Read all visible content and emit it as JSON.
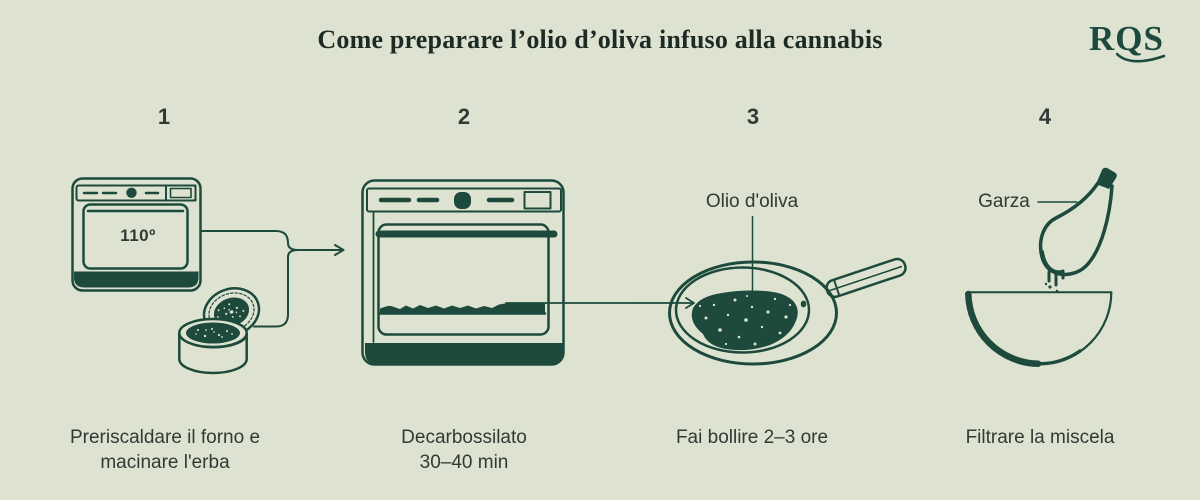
{
  "header": {
    "title": "Come preparare l’olio d’oliva infuso alla cannabis",
    "logo_text": "RQS"
  },
  "colors": {
    "background": "#dde3d0",
    "ink": "#1d4a3c",
    "title_text": "#1e2b25",
    "body_text": "#333a35"
  },
  "steps": [
    {
      "number": "1",
      "caption_line1": "Preriscaldare il forno e",
      "caption_line2": "macinare l'erba"
    },
    {
      "number": "2",
      "caption_line1": "Decarbossilato",
      "caption_line2": "30–40 min"
    },
    {
      "number": "3",
      "caption_line1": "Fai bollire 2–3 ore",
      "caption_line2": ""
    },
    {
      "number": "4",
      "caption_line1": "Filtrare la miscela",
      "caption_line2": ""
    }
  ],
  "labels": {
    "oven_temperature": "110º",
    "pan": "Olio d'oliva",
    "cloth": "Garza"
  }
}
